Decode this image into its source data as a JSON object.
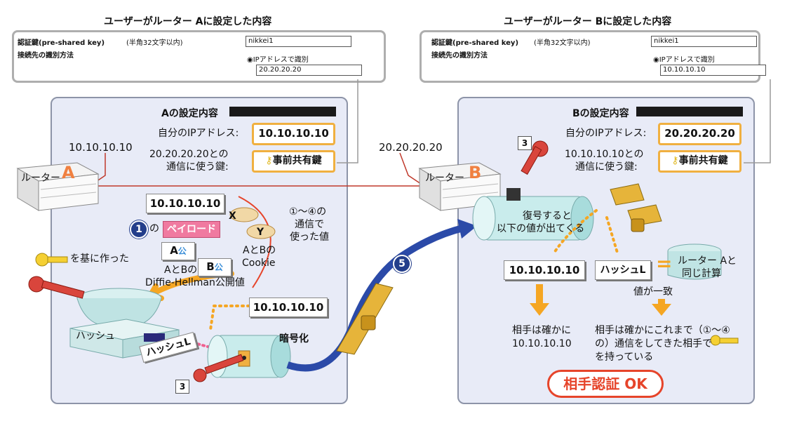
{
  "titles": {
    "a": "ユーザーがルーター Aに設定した内容",
    "b": "ユーザーがルーター Bに設定した内容"
  },
  "settings_a": {
    "psk_label": "認証鍵(pre-shared key)",
    "psk_note": "(半角32文字以内)",
    "psk_value": "nikkei1",
    "ident_label": "接続先の識別方法",
    "radio_label": "IPアドレスで識別",
    "ip_value": "20.20.20.20"
  },
  "settings_b": {
    "psk_label": "認証鍵(pre-shared key)",
    "psk_note": "(半角32文字以内)",
    "psk_value": "nikkei1",
    "ident_label": "接続先の識別方法",
    "radio_label": "IPアドレスで識別",
    "ip_value": "10.10.10.10"
  },
  "panel_a": {
    "heading": "Aの設定内容",
    "own_ip_label": "自分のIPアドレス:",
    "own_ip": "10.10.10.10",
    "key_label_1": "20.20.20.20との",
    "key_label_2": "通信に使う鍵:",
    "key_text": "事前共有鍵",
    "router_ip": "10.10.10.10",
    "router_label": "ルーター",
    "router_letter": "A",
    "packet_ip": "10.10.10.10",
    "num1": "1",
    "of": "の",
    "payload": "ペイロード",
    "range_1": "①～④の",
    "range_2": "通信で",
    "range_3": "使った値",
    "cookie_x": "X",
    "cookie_y": "Y",
    "cookie_1": "AとBの",
    "cookie_2": "Cookie",
    "pub_a": "A",
    "pub_b": "B",
    "pub_symbol": "公",
    "dh_1": "AとBの",
    "dh_2": "Diffie-Hellman公開値",
    "key_based": "を基に作った",
    "hash_label": "ハッシュ",
    "hash_l": "ハッシュL",
    "ip_to_encrypt": "10.10.10.10",
    "encrypt": "暗号化",
    "tag3": "3"
  },
  "panel_b": {
    "heading": "Bの設定内容",
    "own_ip_label": "自分のIPアドレス:",
    "own_ip": "20.20.20.20",
    "key_label_1": "10.10.10.10との",
    "key_label_2": "通信に使う鍵:",
    "key_text": "事前共有鍵",
    "router_ip": "20.20.20.20",
    "router_label": "ルーター",
    "router_letter": "B",
    "tag3": "3",
    "decrypt_1": "復号すると",
    "decrypt_2": "以下の値が出てくる",
    "ip_out": "10.10.10.10",
    "hash_l": "ハッシュL",
    "equals": "=",
    "same_1": "ルーター Aと",
    "same_2": "同じ計算",
    "match": "値が一致",
    "result_1a": "相手は確かに",
    "result_1b": "10.10.10.10",
    "result_2a": "相手は確かにこれまで（①～④",
    "result_2b": "の）通信をしてきた相手で",
    "result_2c": "を持っている",
    "ok": "相手認証 OK"
  },
  "step5": "5",
  "colors": {
    "accent": "#f0b040",
    "payload": "#f07aa0",
    "arrow": "#2b4aa8",
    "orange": "#f5a623",
    "ok": "#e6442a"
  }
}
